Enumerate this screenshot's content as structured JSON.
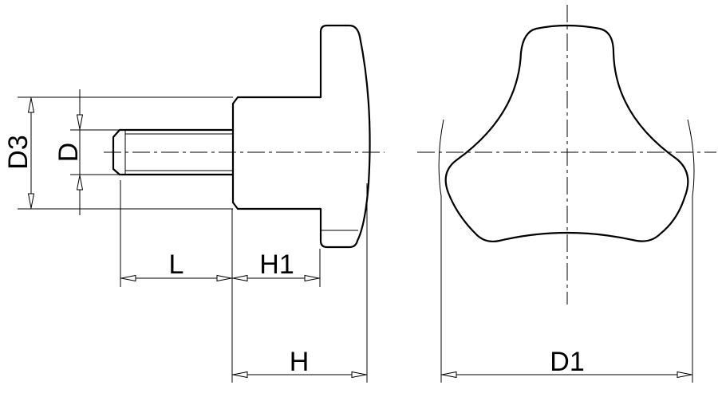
{
  "diagram": {
    "labels": {
      "d3": "D3",
      "d": "D",
      "l": "L",
      "h1": "H1",
      "h": "H",
      "d1": "D1"
    }
  }
}
